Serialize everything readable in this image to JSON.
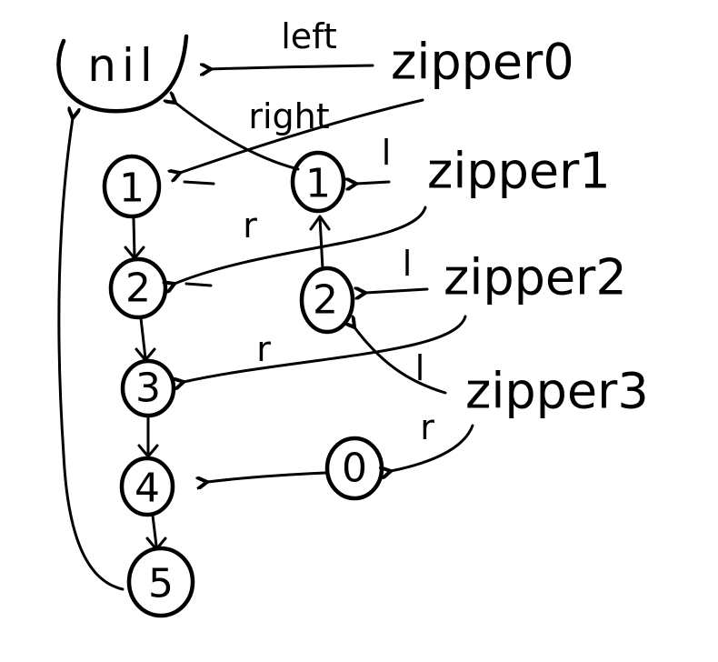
{
  "nil": {
    "label": "nil"
  },
  "nodes": {
    "a1": "1",
    "a2": "2",
    "a3": "3",
    "a4": "4",
    "a5": "5",
    "b1": "1",
    "b2": "2",
    "c0": "0"
  },
  "zippers": {
    "z0": "zipper0",
    "z1": "zipper1",
    "z2": "zipper2",
    "z3": "zipper3"
  },
  "edge_labels": {
    "left0": "left",
    "right0": "right",
    "l1": "l",
    "r1": "r",
    "l2": "l",
    "r2": "r",
    "l3": "l",
    "r3": "r"
  }
}
